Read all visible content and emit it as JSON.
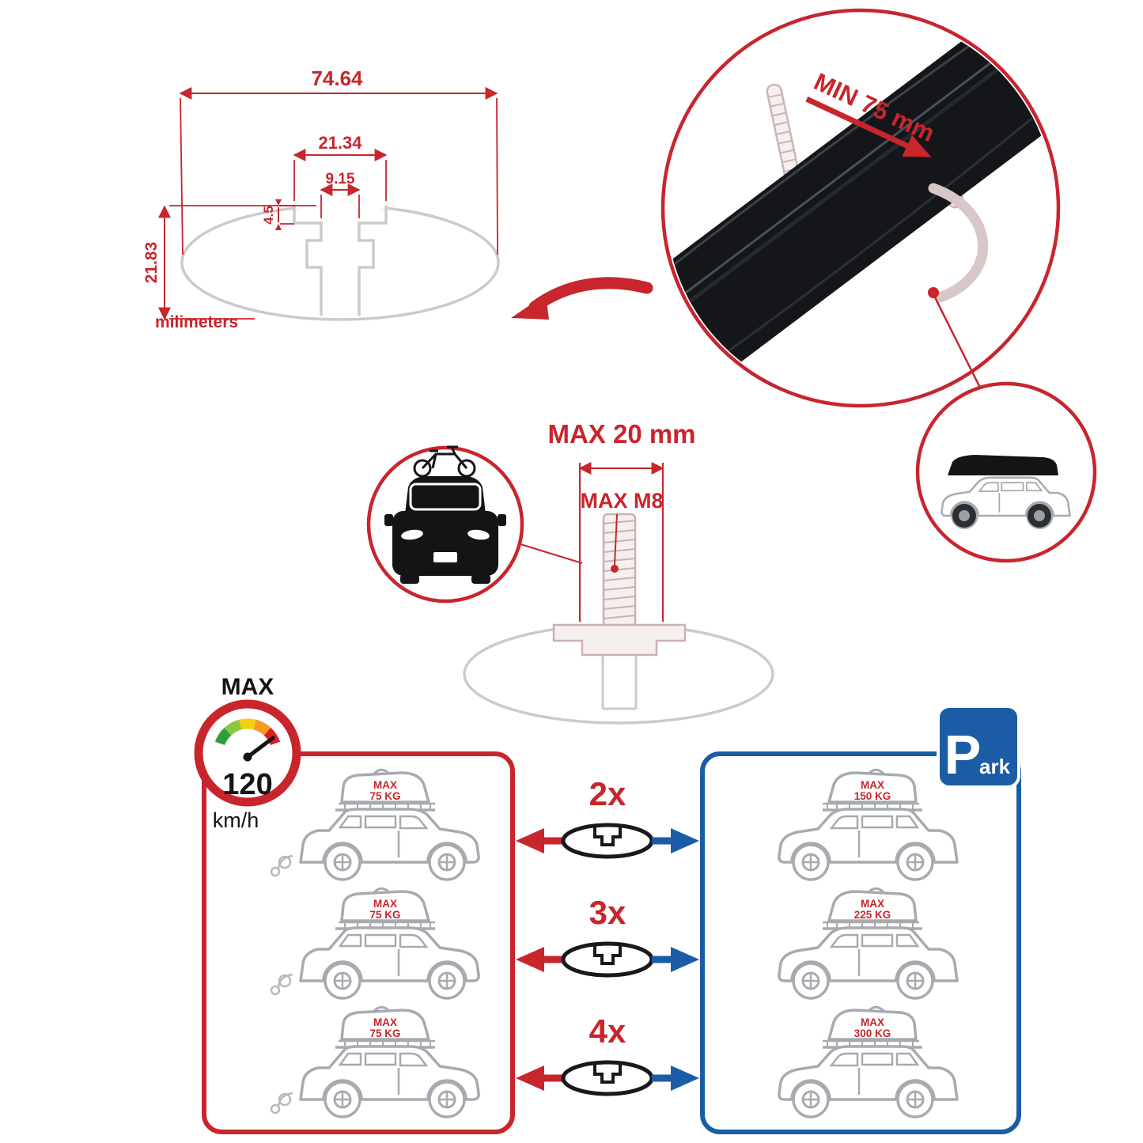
{
  "dimension_diagram": {
    "total_width": "74.64",
    "channel_top_width": "21.34",
    "slot_width": "9.15",
    "recess_depth": "4.5",
    "profile_height": "21.83",
    "units_label": "milimeters"
  },
  "bar_detail": {
    "min_label": "MIN 75 mm"
  },
  "bolt_detail": {
    "max_width_label": "MAX 20 mm",
    "max_thread_label": "MAX M8"
  },
  "speed_limit": {
    "title": "MAX",
    "value": "120",
    "unit": "km/h"
  },
  "park_sign": {
    "letter_large": "P",
    "letters_small": "ark"
  },
  "capacity": {
    "rows": [
      {
        "count": "2x",
        "moving": [
          "MAX",
          "75 KG"
        ],
        "parked": [
          "MAX",
          "150 KG"
        ]
      },
      {
        "count": "3x",
        "moving": [
          "MAX",
          "75 KG"
        ],
        "parked": [
          "MAX",
          "225 KG"
        ]
      },
      {
        "count": "4x",
        "moving": [
          "MAX",
          "75 KG"
        ],
        "parked": [
          "MAX",
          "300 KG"
        ]
      }
    ]
  },
  "colors": {
    "accent_red": "#C8252C",
    "accent_blue": "#1A5DA6",
    "outline_grey": "#C9CBCD",
    "bar_black": "#14161A"
  }
}
